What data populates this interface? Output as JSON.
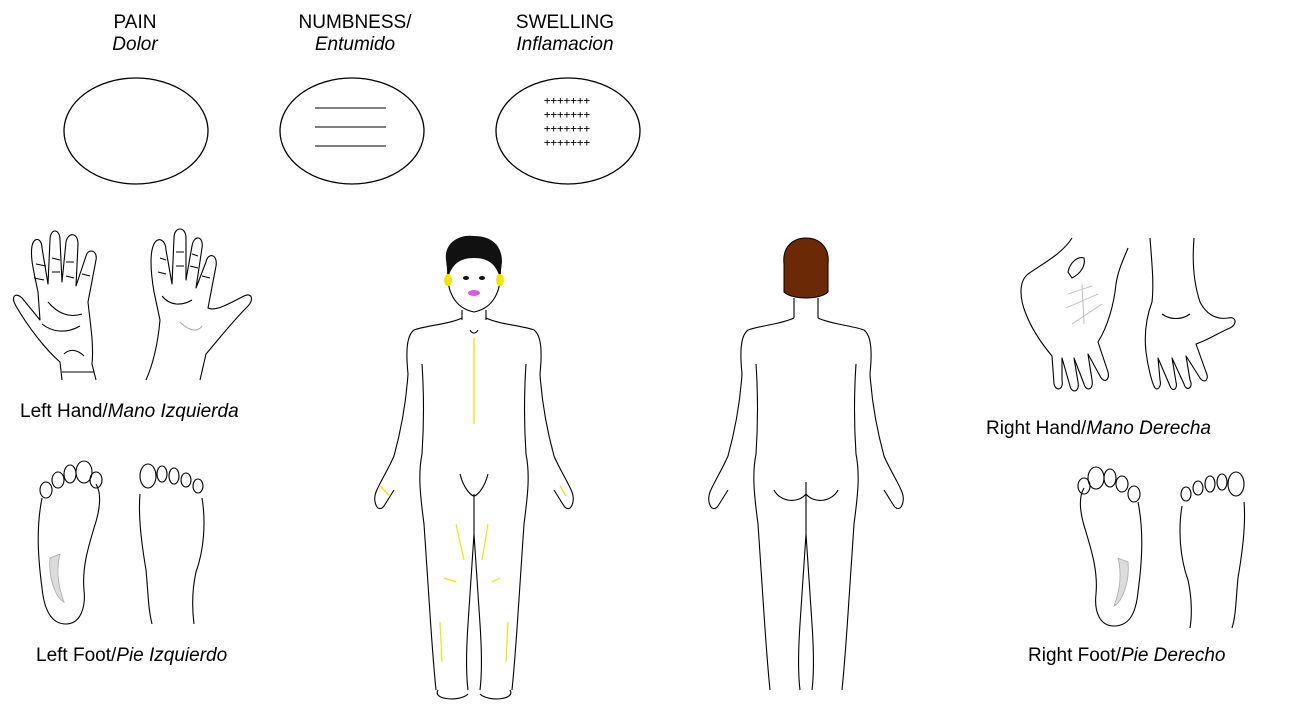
{
  "legend": {
    "pain": {
      "title": "PAIN",
      "subtitle": "Dolor"
    },
    "numbness": {
      "title": "NUMBNESS/",
      "subtitle": "Entumido"
    },
    "swelling": {
      "title": "SWELLING",
      "subtitle": "Inflamacion",
      "marks": [
        "+++++++",
        "+++++++",
        "+++++++",
        "+++++++"
      ]
    }
  },
  "captions": {
    "left_hand": {
      "en": "Left Hand/",
      "es": "Mano Izquierda"
    },
    "left_foot": {
      "en": "Left Foot/",
      "es": "Pie Izquierdo"
    },
    "right_hand": {
      "en": "Right Hand/",
      "es": "Mano Derecha"
    },
    "right_foot": {
      "en": "Right Foot/",
      "es": "Pie Derecho"
    }
  },
  "colors": {
    "line": "#000000",
    "hair_front": "#111111",
    "hair_back": "#6b2a05",
    "highlight_yellow": "#f2e600",
    "lips": "#e055e0",
    "sole_shade": "#d8d8d8"
  }
}
